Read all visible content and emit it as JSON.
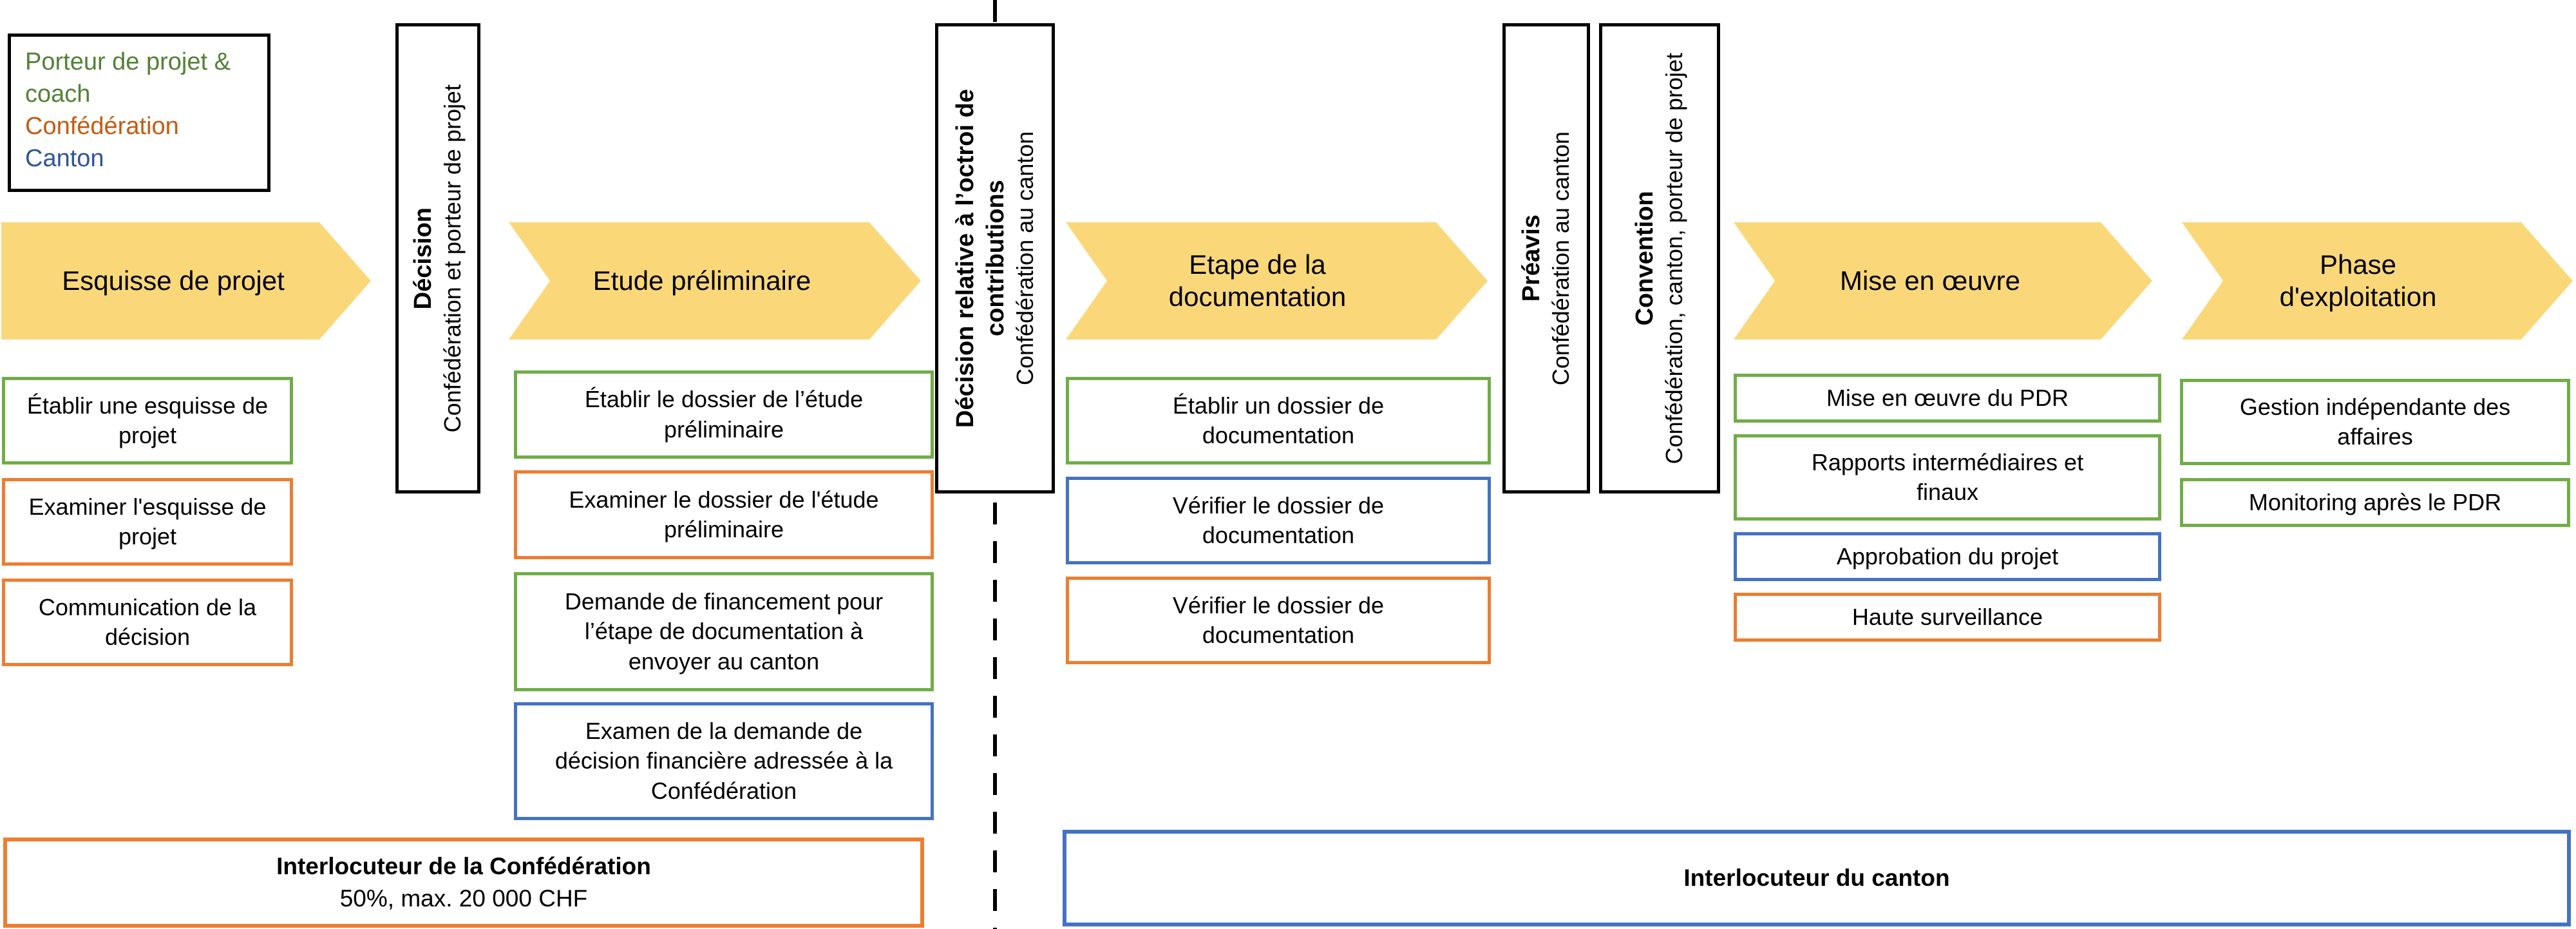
{
  "colors": {
    "yellow": "#FAD87A",
    "green": "#70AD47",
    "orange": "#ED7D31",
    "blue": "#4472C4",
    "legendGreen": "#538135",
    "legendOrange": "#C55A11",
    "legendBlue": "#2F5597"
  },
  "legend": {
    "items": [
      {
        "label": "Porteur de projet & coach",
        "role": "porteur-de-projet-et-coach"
      },
      {
        "label": "Confédération",
        "role": "confederation"
      },
      {
        "label": "Canton",
        "role": "canton"
      }
    ]
  },
  "phases": [
    {
      "label": "Esquisse de projet",
      "tasks": [
        {
          "text": "Établir une esquisse de projet",
          "actor": "green"
        },
        {
          "text": "Examiner l'esquisse de projet",
          "actor": "orange"
        },
        {
          "text": "Communication de la décision",
          "actor": "orange"
        }
      ]
    },
    {
      "label": "Etude préliminaire",
      "tasks": [
        {
          "text": "Établir le dossier de l’étude préliminaire",
          "actor": "green"
        },
        {
          "text": "Examiner le dossier de l'étude préliminaire",
          "actor": "orange"
        },
        {
          "text": "Demande de financement pour l’étape de documentation à envoyer au canton",
          "actor": "green"
        },
        {
          "text": "Examen de la demande de décision financière adressée à la Confédération",
          "actor": "blue"
        }
      ]
    },
    {
      "label": "Etape de la documentation",
      "tasks": [
        {
          "text": "Établir un dossier de documentation",
          "actor": "green"
        },
        {
          "text": "Vérifier le dossier de documentation",
          "actor": "blue"
        },
        {
          "text": "Vérifier le dossier de documentation",
          "actor": "orange"
        }
      ]
    },
    {
      "label": "Mise en œuvre",
      "tasks": [
        {
          "text": "Mise en œuvre du PDR",
          "actor": "green"
        },
        {
          "text": "Rapports intermédiaires et finaux",
          "actor": "green"
        },
        {
          "text": "Approbation du projet",
          "actor": "blue"
        },
        {
          "text": "Haute surveillance",
          "actor": "orange"
        }
      ]
    },
    {
      "label": "Phase d'exploitation",
      "tasks": [
        {
          "text": "Gestion indépendante des affaires",
          "actor": "green"
        },
        {
          "text": "Monitoring après le PDR",
          "actor": "green"
        }
      ]
    }
  ],
  "milestones": [
    {
      "title": "Décision",
      "subtitle": "Confédération et porteur de projet"
    },
    {
      "title": "Décision relative à l’octroi de contributions",
      "subtitle": "Confédération au canton"
    },
    {
      "title": "Préavis",
      "subtitle": "Confédération au canton"
    },
    {
      "title": "Convention",
      "subtitle": "Confédération, canton, porteur de projet"
    }
  ],
  "footers": {
    "confederation": {
      "title": "Interlocuteur de la Confédération",
      "subtitle": "50%, max. 20 000 CHF"
    },
    "canton": {
      "title": "Interlocuteur du canton"
    }
  }
}
